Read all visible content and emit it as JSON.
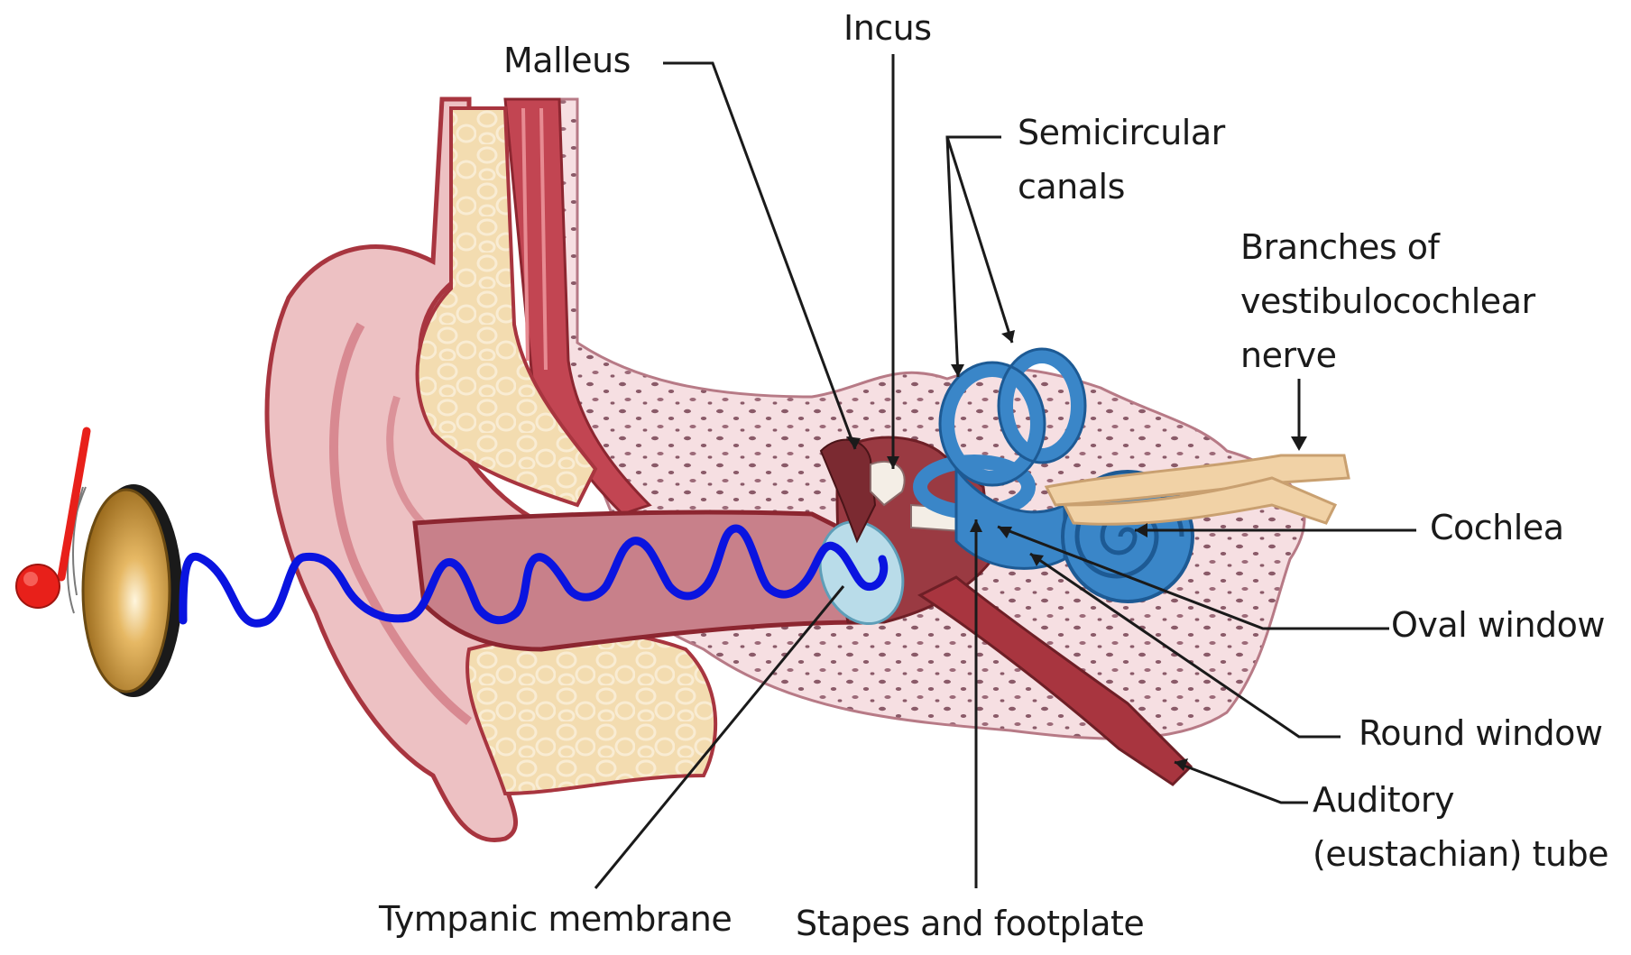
{
  "labels": {
    "malleus": "Malleus",
    "incus": "Incus",
    "semicircular_line1": "Semicircular",
    "semicircular_line2": "canals",
    "branches_line1": "Branches of",
    "branches_line2": "vestibulocochlear",
    "branches_line3": "nerve",
    "cochlea": "Cochlea",
    "oval_window": "Oval window",
    "round_window": "Round window",
    "auditory_line1": "Auditory",
    "auditory_line2": "(eustachian) tube",
    "tympanic_membrane": "Tympanic membrane",
    "stapes": "Stapes and footplate"
  },
  "colors": {
    "skin": "#e9b8bb",
    "skin_dark": "#a8353f",
    "cartilage": "#f3dcb0",
    "bone": "#f6dfe2",
    "bone_dots": "#8a5a68",
    "inner_ear": "#3a86c8",
    "membrane": "#b9dce9",
    "sound_wave": "#0a14e0",
    "gong": "#c9983a",
    "mallet": "#e8201a",
    "nerve": "#f1d2a6"
  },
  "icons": {
    "gong": "gong-icon",
    "mallet": "mallet-icon"
  }
}
